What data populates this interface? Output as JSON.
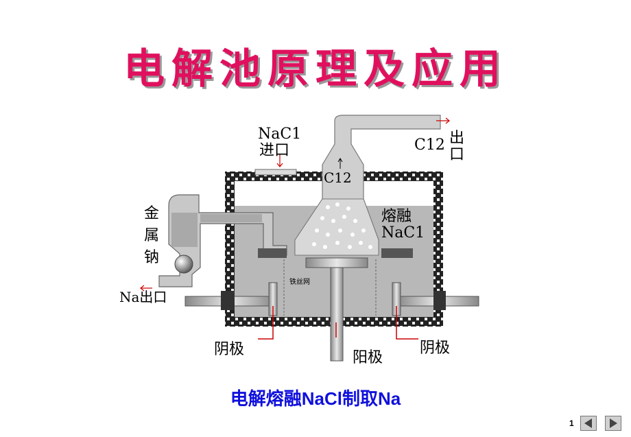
{
  "title": "电解池原理及应用",
  "caption": "电解熔融NaCl制取Na",
  "page_number": "1",
  "diagram": {
    "labels": {
      "nacl_inlet_1": "NaC1",
      "nacl_inlet_2": "进口",
      "cl2_outlet_gas": "C12",
      "cl2_outlet_1": "出",
      "cl2_outlet_2": "口",
      "cl2_rising": "C12",
      "molten_1": "熔融",
      "molten_2": "NaC1",
      "metal_na_1": "金",
      "metal_na_2": "属",
      "metal_na_3": "钠",
      "na_outlet": "Na出口",
      "mesh": "铁丝网",
      "cathode_left": "阴极",
      "anode": "阳极",
      "cathode_right": "阴极"
    }
  },
  "nav": {
    "prev_icon": "triangle-left-icon",
    "next_icon": "triangle-right-icon"
  }
}
